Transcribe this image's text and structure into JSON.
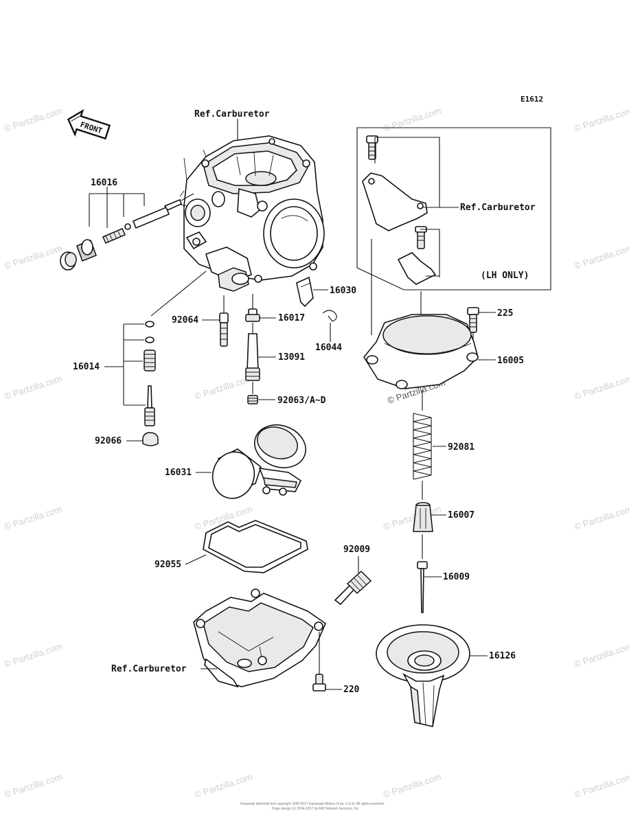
{
  "diagram_code": "E1612",
  "front_label": "FRONT",
  "lh_only_label": "(LH ONLY)",
  "watermark": "© Partzilla.com",
  "footer_line1": "Kawasaki labels/all text copyright 1995-2017 Kawasaki Motors Corp. U.S.A. All rights reserved.",
  "footer_line2": "Page design (c) 2004-2017 by ARI Network Services, Inc.",
  "labels": {
    "ref_carb_top": "Ref.Carburetor",
    "ref_carb_right": "Ref.Carburetor",
    "ref_carb_bottom": "Ref.Carburetor",
    "p16016": "16016",
    "p16014": "16014",
    "p92066": "92066",
    "p92064": "92064",
    "p16017": "16017",
    "p16030": "16030",
    "p16044": "16044",
    "p13091": "13091",
    "p92063": "92063/A~D",
    "p16031": "16031",
    "p92055": "92055",
    "p92009": "92009",
    "p220": "220",
    "p225": "225",
    "p16005": "16005",
    "p92081": "92081",
    "p16007": "16007",
    "p16009": "16009",
    "p16126": "16126"
  }
}
